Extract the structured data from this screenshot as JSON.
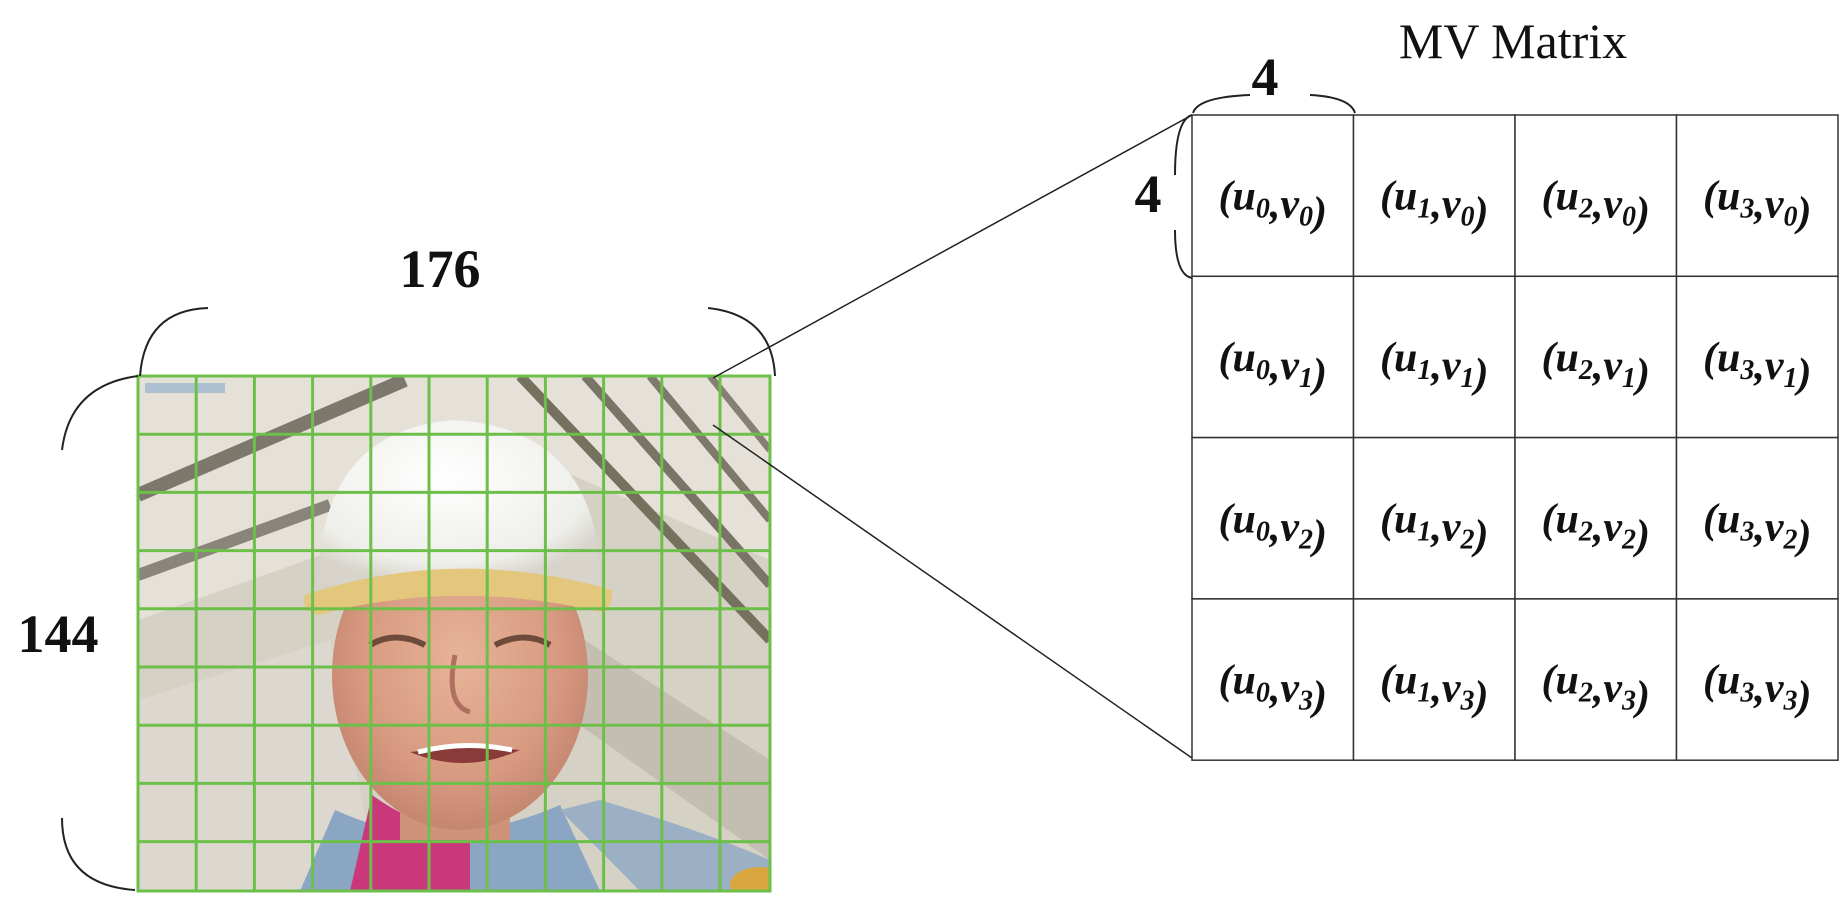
{
  "matrix_title": "MV Matrix",
  "frame": {
    "width_label": "176",
    "height_label": "144",
    "block_cols": 11,
    "block_rows": 9,
    "grid_color": "#6cc04a"
  },
  "block": {
    "width_label": "4",
    "height_label": "4"
  },
  "matrix": {
    "rows": [
      [
        {
          "u": "u",
          "us": "0",
          "v": "v",
          "vs": "0"
        },
        {
          "u": "u",
          "us": "1",
          "v": "v",
          "vs": "0"
        },
        {
          "u": "u",
          "us": "2",
          "v": "v",
          "vs": "0"
        },
        {
          "u": "u",
          "us": "3",
          "v": "v",
          "vs": "0"
        }
      ],
      [
        {
          "u": "u",
          "us": "0",
          "v": "v",
          "vs": "1"
        },
        {
          "u": "u",
          "us": "1",
          "v": "v",
          "vs": "1"
        },
        {
          "u": "u",
          "us": "2",
          "v": "v",
          "vs": "1"
        },
        {
          "u": "u",
          "us": "3",
          "v": "v",
          "vs": "1"
        }
      ],
      [
        {
          "u": "u",
          "us": "0",
          "v": "v",
          "vs": "2"
        },
        {
          "u": "u",
          "us": "1",
          "v": "v",
          "vs": "2"
        },
        {
          "u": "u",
          "us": "2",
          "v": "v",
          "vs": "2"
        },
        {
          "u": "u",
          "us": "3",
          "v": "v",
          "vs": "2"
        }
      ],
      [
        {
          "u": "u",
          "us": "0",
          "v": "v",
          "vs": "3"
        },
        {
          "u": "u",
          "us": "1",
          "v": "v",
          "vs": "3"
        },
        {
          "u": "u",
          "us": "2",
          "v": "v",
          "vs": "3"
        },
        {
          "u": "u",
          "us": "3",
          "v": "v",
          "vs": "3"
        }
      ]
    ]
  }
}
